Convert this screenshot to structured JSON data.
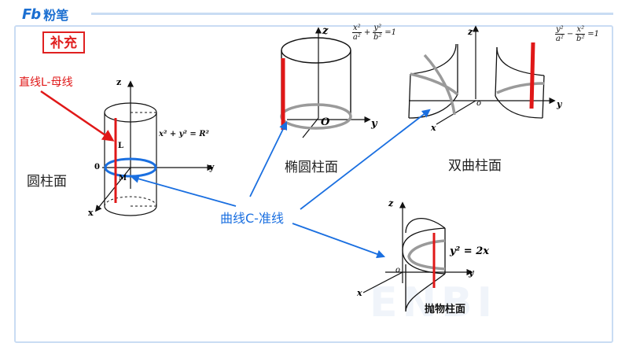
{
  "brand": {
    "logo_mark": "Fb",
    "logo_text": "粉笔"
  },
  "watermark": "ENBI",
  "supplement_label": "补充",
  "generatrix_label": "直线L-母线",
  "directrix_label": "曲线C-准线",
  "circular": {
    "caption": "圆柱面",
    "equation": "x² + y² = R²",
    "axis_z": "z",
    "axis_y": "y",
    "axis_x": "x",
    "origin": "0",
    "line_label": "L",
    "point_label": "M"
  },
  "elliptic": {
    "caption": "椭圆柱面",
    "eq_x_num": "x²",
    "eq_x_den": "a²",
    "eq_plus": "+",
    "eq_y_num": "y²",
    "eq_y_den": "b²",
    "eq_rhs": "=1",
    "axis_z": "z",
    "axis_y": "y",
    "origin": "O"
  },
  "hyperbolic": {
    "caption": "双曲柱面",
    "eq_y_num": "y²",
    "eq_y_den": "a²",
    "eq_minus": "−",
    "eq_x_num": "x²",
    "eq_x_den": "b²",
    "eq_rhs": "=1",
    "axis_z": "z",
    "axis_y": "y",
    "axis_x": "x",
    "origin": "o"
  },
  "parabolic": {
    "caption": "抛物柱面",
    "equation": "y² = 2x",
    "axis_z": "z",
    "axis_y": "y",
    "axis_x": "x",
    "origin": "o"
  },
  "colors": {
    "red": "#e01818",
    "blue": "#1a6fe0",
    "gray": "#9a9a9a",
    "frame": "#c9dcf3"
  }
}
